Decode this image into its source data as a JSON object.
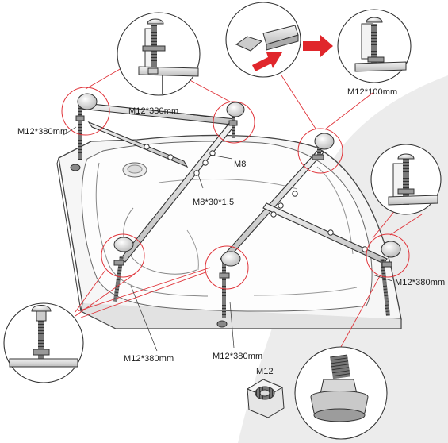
{
  "labels": {
    "m12_top_left": "M12*380mm",
    "m12_top_center": "M12*380mm",
    "m12_100": "M12*100mm",
    "m8": "M8",
    "m8_30": "M8*30*1.5",
    "m12_right": "M12*380mm",
    "m12_bottom_left": "M12*380mm",
    "m12_bottom_center": "M12*380mm",
    "m12_nut": "M12"
  },
  "colors": {
    "callout_line": "#e0343a",
    "arrow": "#e0262b",
    "background_panel": "#ececec",
    "ink": "#2a2a2a"
  }
}
